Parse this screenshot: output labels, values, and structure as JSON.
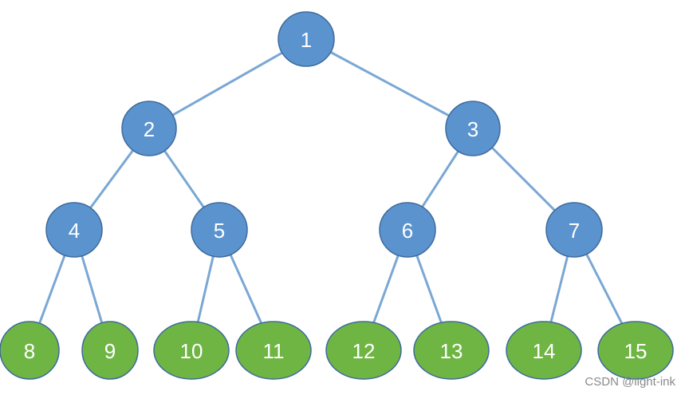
{
  "tree": {
    "colors": {
      "internal_fill": "#5b93cf",
      "internal_stroke": "#3e6b9c",
      "leaf_fill": "#6fb543",
      "leaf_stroke": "#4f8a2e",
      "edge": "#7aa7d4",
      "label": "#ffffff"
    },
    "nodes": [
      {
        "id": "1",
        "label": "1",
        "kind": "internal"
      },
      {
        "id": "2",
        "label": "2",
        "kind": "internal"
      },
      {
        "id": "3",
        "label": "3",
        "kind": "internal"
      },
      {
        "id": "4",
        "label": "4",
        "kind": "internal"
      },
      {
        "id": "5",
        "label": "5",
        "kind": "internal"
      },
      {
        "id": "6",
        "label": "6",
        "kind": "internal"
      },
      {
        "id": "7",
        "label": "7",
        "kind": "internal"
      },
      {
        "id": "8",
        "label": "8",
        "kind": "leaf"
      },
      {
        "id": "9",
        "label": "9",
        "kind": "leaf"
      },
      {
        "id": "10",
        "label": "10",
        "kind": "leaf"
      },
      {
        "id": "11",
        "label": "11",
        "kind": "leaf"
      },
      {
        "id": "12",
        "label": "12",
        "kind": "leaf"
      },
      {
        "id": "13",
        "label": "13",
        "kind": "leaf"
      },
      {
        "id": "14",
        "label": "14",
        "kind": "leaf"
      },
      {
        "id": "15",
        "label": "15",
        "kind": "leaf"
      }
    ],
    "edges": [
      [
        "1",
        "2"
      ],
      [
        "1",
        "3"
      ],
      [
        "2",
        "4"
      ],
      [
        "2",
        "5"
      ],
      [
        "3",
        "6"
      ],
      [
        "3",
        "7"
      ],
      [
        "4",
        "8"
      ],
      [
        "4",
        "9"
      ],
      [
        "5",
        "10"
      ],
      [
        "5",
        "11"
      ],
      [
        "6",
        "12"
      ],
      [
        "6",
        "13"
      ],
      [
        "7",
        "14"
      ],
      [
        "7",
        "15"
      ]
    ]
  },
  "watermark": "CSDN @light-ink"
}
